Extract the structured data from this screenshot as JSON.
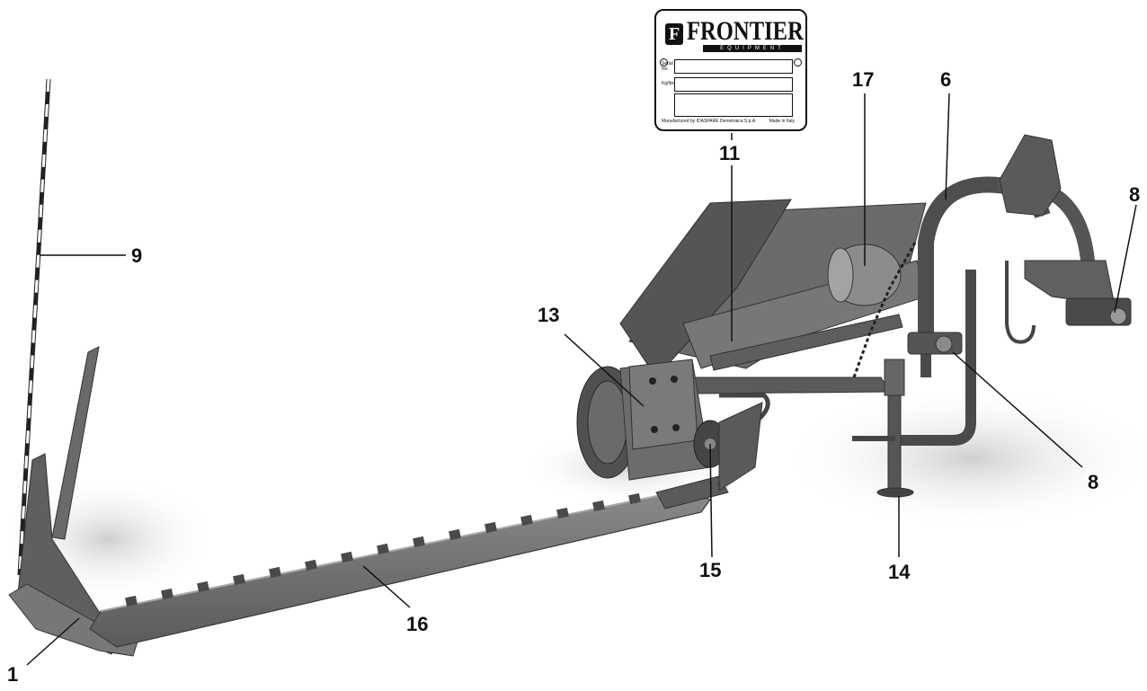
{
  "plate": {
    "brand": "FRONTIER",
    "subtitle": "EQUIPMENT",
    "serial_label": "Serial No.",
    "weight_label": "Kg/lbs",
    "manufacturer_text": "Manufactured by IDASPARE Demetraica S.p.A.",
    "made_in": "Made in Italy"
  },
  "callouts": {
    "c1": "1",
    "c6": "6",
    "c8a": "8",
    "c8b": "8",
    "c9": "9",
    "c11": "11",
    "c13": "13",
    "c14": "14",
    "c15": "15",
    "c16": "16",
    "c17": "17"
  },
  "colors": {
    "metal": "#6e6e6e",
    "metal_dark": "#3a3a3a",
    "metal_light": "#9a9a9a",
    "shadow": "#d8d8d8",
    "leader": "#111111"
  }
}
